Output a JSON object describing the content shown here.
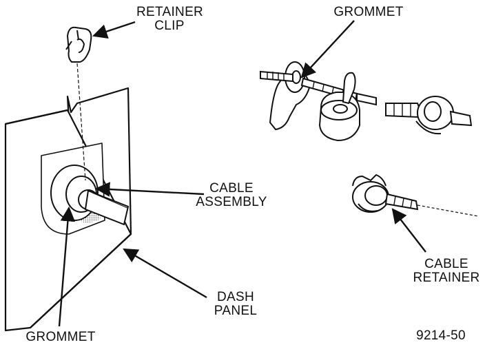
{
  "labels": {
    "retainer_clip": "RETAINER\nCLIP",
    "grommet_top": "GROMMET",
    "cable_assembly": "CABLE\nASSEMBLY",
    "cable_retainer": "CABLE\nRETAINER",
    "dash_panel": "DASH\nPANEL",
    "grommet_bottom": "GROMMET",
    "figure_number": "9214-50"
  }
}
